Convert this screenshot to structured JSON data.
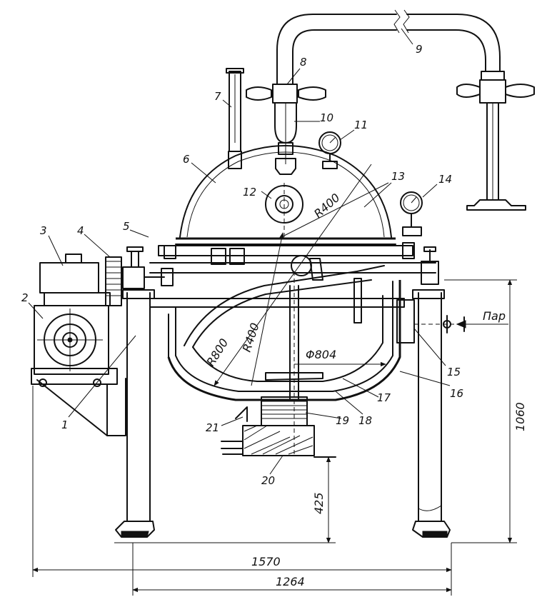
{
  "callouts": [
    "1",
    "2",
    "3",
    "4",
    "5",
    "6",
    "7",
    "8",
    "9",
    "10",
    "11",
    "12",
    "13",
    "14",
    "15",
    "16",
    "17",
    "18",
    "19",
    "20",
    "21"
  ],
  "dimensions": {
    "width_total": "1570",
    "width_legs": "1264",
    "height_top": "1060",
    "height_outlet": "425",
    "radius_lid": "R400",
    "radius_bowl": "R400",
    "radius_large": "R800",
    "diameter_vessel": "Φ804"
  },
  "steam_label": "Пар"
}
